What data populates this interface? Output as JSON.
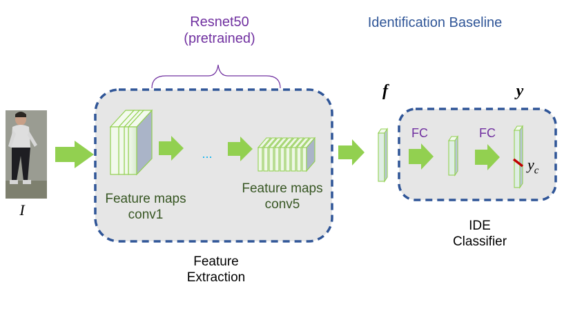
{
  "header": {
    "resnet_line1": "Resnet50",
    "resnet_line2": "(pretrained)",
    "baseline_title": "Identification Baseline"
  },
  "input": {
    "symbol": "I"
  },
  "feature_extraction": {
    "conv1_line1": "Feature maps",
    "conv1_line2": "conv1",
    "ellipsis": "...",
    "conv5_line1": "Feature maps",
    "conv5_line2": "conv5",
    "caption_line1": "Feature",
    "caption_line2": "Extraction"
  },
  "classifier": {
    "f_symbol": "f",
    "y_symbol": "y",
    "fc1": "FC",
    "fc2": "FC",
    "yc_base": "y",
    "yc_sub": "c",
    "caption_line1": "IDE",
    "caption_line2": "Classifier"
  },
  "colors": {
    "purple": "#7030a0",
    "blue": "#2f5597",
    "green_arrow": "#92d050",
    "dark_green_text": "#375623",
    "box_fill": "#e6e6e6",
    "box_border": "#2f5597",
    "red_marker": "#c00000"
  }
}
